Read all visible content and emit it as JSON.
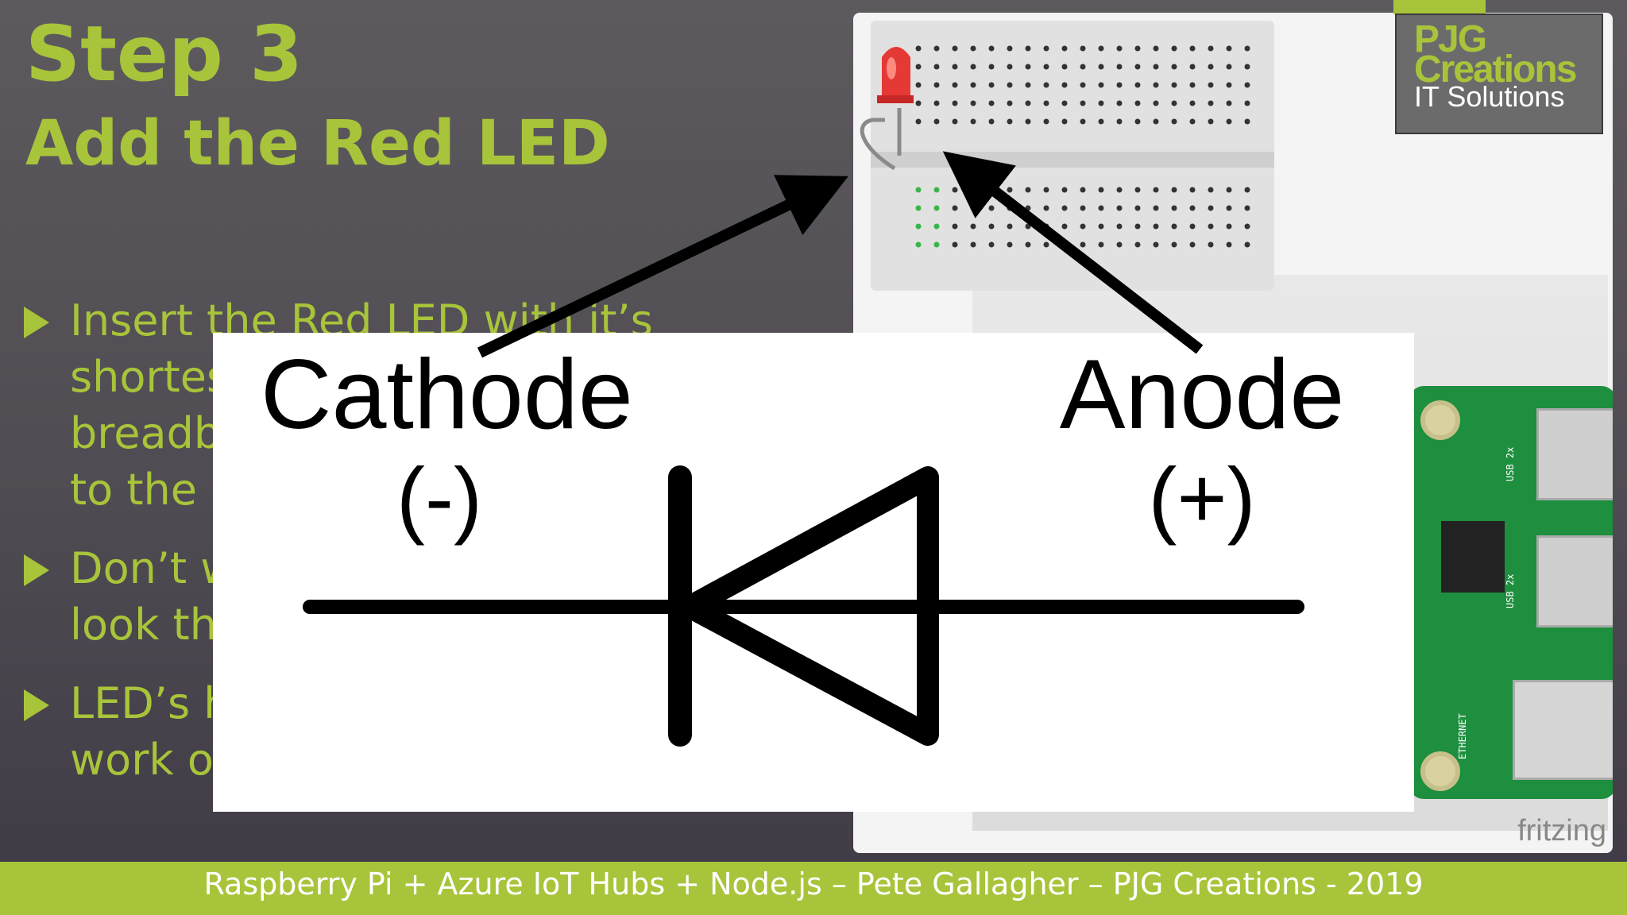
{
  "slide": {
    "title": "Step 3",
    "subtitle": "Add the Red LED",
    "bullets": [
      {
        "lines": [
          "Insert the Red LED with it’s",
          "shortes",
          "breadb",
          "to the l"
        ]
      },
      {
        "lines": [
          "Don’t w",
          "look th"
        ]
      },
      {
        "lines": [
          "LED’s h",
          "work o"
        ]
      }
    ]
  },
  "logo": {
    "line1": "PJG",
    "line2": "Creations",
    "line3": "IT Solutions"
  },
  "breadboard_image": {
    "watermark": "fritzing",
    "usb_label": "USB 2x",
    "ethernet_label": "ETHERNET"
  },
  "diode": {
    "cathode_label": "Cathode",
    "cathode_sign": "(-)",
    "anode_label": "Anode",
    "anode_sign": "(+)"
  },
  "footer": {
    "text": "Raspberry Pi + Azure IoT Hubs + Node.js – Pete Gallagher – PJG Creations - 2019"
  },
  "colors": {
    "accent": "#a8c43a",
    "background": "#555157",
    "led": "#e53935"
  }
}
